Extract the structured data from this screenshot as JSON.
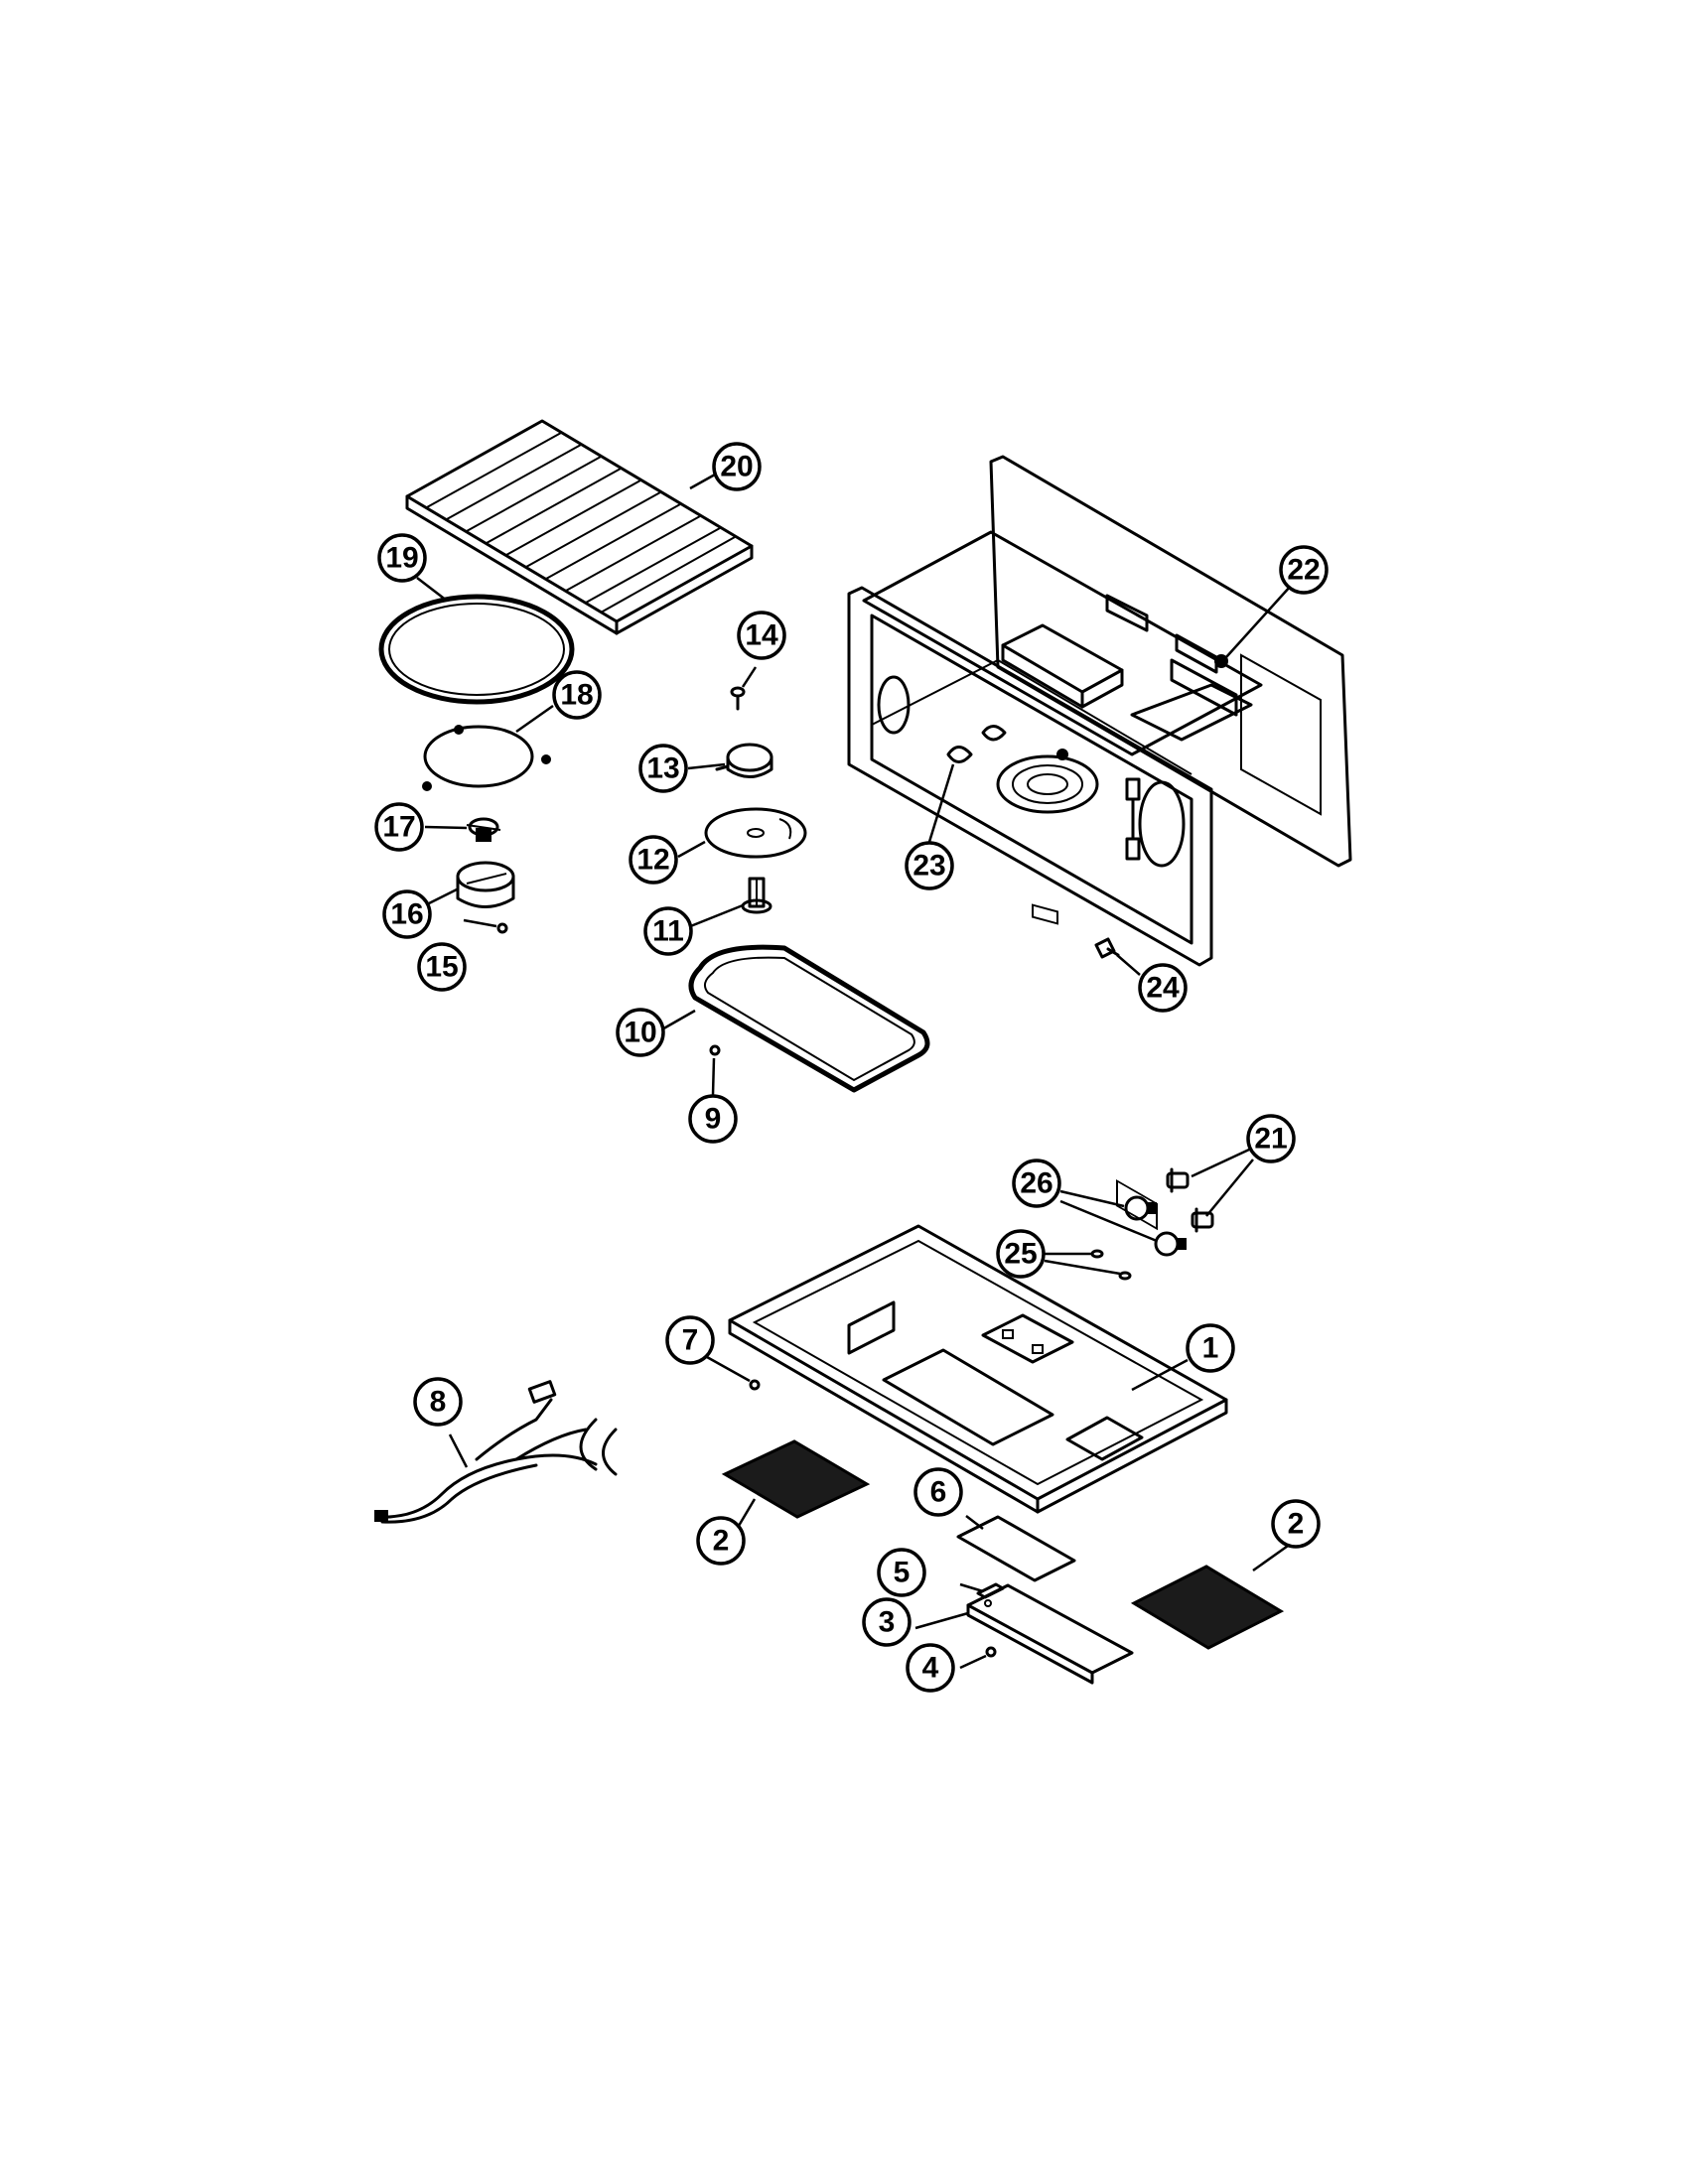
{
  "callouts": [
    {
      "id": "c20",
      "label": "20",
      "icon": "oven-rack-icon"
    },
    {
      "id": "c19",
      "label": "19",
      "icon": "roller-ring-icon"
    },
    {
      "id": "c18",
      "label": "18",
      "icon": "roller-guide-icon"
    },
    {
      "id": "c14",
      "label": "14",
      "icon": "screw-icon"
    },
    {
      "id": "c13",
      "label": "13",
      "icon": "turntable-motor-icon"
    },
    {
      "id": "c12",
      "label": "12",
      "icon": "turntable-tray-icon"
    },
    {
      "id": "c11",
      "label": "11",
      "icon": "coupler-icon"
    },
    {
      "id": "c10",
      "label": "10",
      "icon": "base-frame-icon"
    },
    {
      "id": "c9",
      "label": "9",
      "icon": "screw-icon"
    },
    {
      "id": "c17",
      "label": "17",
      "icon": "coupling-icon"
    },
    {
      "id": "c16",
      "label": "16",
      "icon": "motor-icon"
    },
    {
      "id": "c15",
      "label": "15",
      "icon": "screw-icon"
    },
    {
      "id": "c22",
      "label": "22",
      "icon": "cabinet-icon"
    },
    {
      "id": "c23",
      "label": "23",
      "icon": "bracket-icon"
    },
    {
      "id": "c24",
      "label": "24",
      "icon": "screw-icon"
    },
    {
      "id": "c21",
      "label": "21",
      "icon": "lamp-socket-icon"
    },
    {
      "id": "c26",
      "label": "26",
      "icon": "bulb-icon"
    },
    {
      "id": "c25",
      "label": "25",
      "icon": "screw-icon"
    },
    {
      "id": "c7",
      "label": "7",
      "icon": "screw-icon"
    },
    {
      "id": "c1",
      "label": "1",
      "icon": "bottom-plate-icon"
    },
    {
      "id": "c8",
      "label": "8",
      "icon": "wire-harness-icon"
    },
    {
      "id": "c2a",
      "label": "2",
      "icon": "grease-filter-icon"
    },
    {
      "id": "c6",
      "label": "6",
      "icon": "lens-icon"
    },
    {
      "id": "c2b",
      "label": "2",
      "icon": "grease-filter-icon"
    },
    {
      "id": "c5",
      "label": "5",
      "icon": "lens-icon"
    },
    {
      "id": "c3",
      "label": "3",
      "icon": "light-cover-icon"
    },
    {
      "id": "c4",
      "label": "4",
      "icon": "screw-icon"
    }
  ]
}
